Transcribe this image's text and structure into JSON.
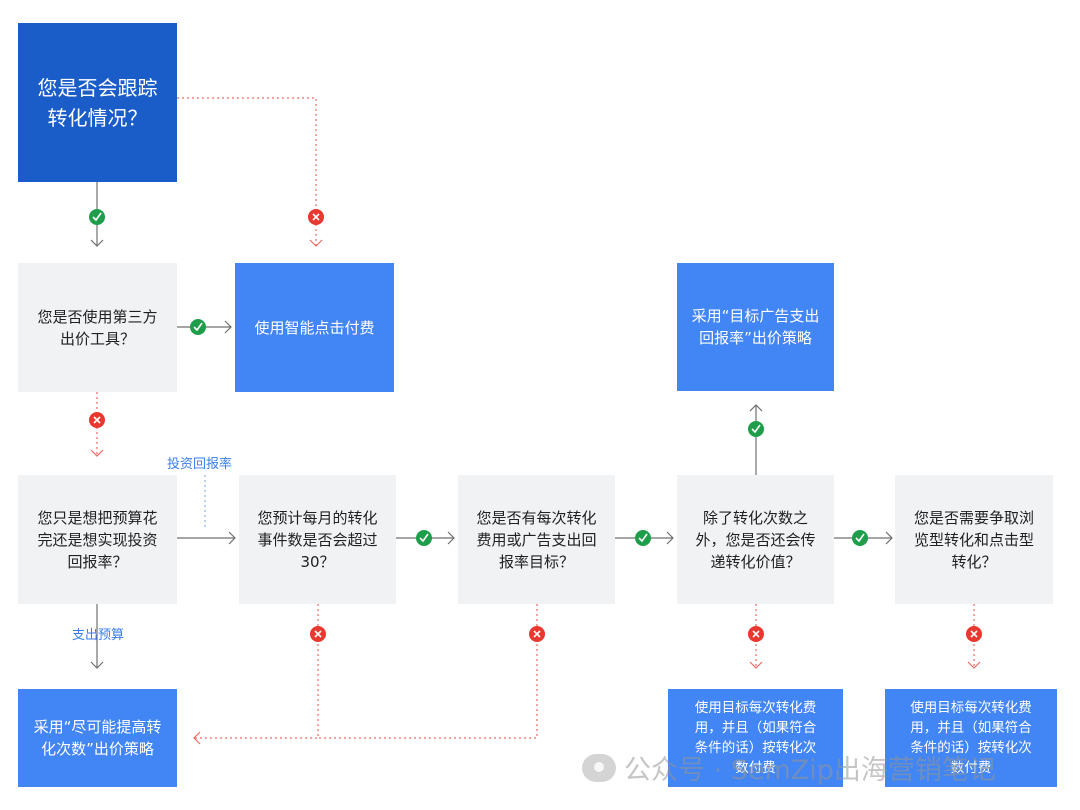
{
  "nodes": {
    "track": "您是否会跟踪\n转化情况？",
    "third_party": "您是否使用第三方\n出价工具？",
    "smart_click": "使用智能点击付费",
    "budget_or_roi": "您只是想把预算花\n完还是想实现投资\n回报率？",
    "monthly_30": "您预计每月的转化\n事件数是否会超过\n30？",
    "cpa_target": "您是否有每次转化\n费用或广告支出回\n报率目标？",
    "pass_value": "除了转化次数之\n外，您是否还会传\n递转化价值？",
    "view_click": "您是否需要争取浏\n览型转化和点击型\n转化？",
    "target_roas": "采用“目标广告支出\n回报率”出价策略",
    "max_conv": "采用“尽可能提高转\n化次数”出价策略",
    "tcpa_1": "使用目标每次转化费\n用，并且（如果符合\n条件的话）按转化次\n数付费",
    "tcpa_2": "使用目标每次转化费\n用，并且（如果符合\n条件的话）按转化次\n数付费"
  },
  "labels": {
    "roi": "投资回报率",
    "spend_budget": "支出预算"
  },
  "watermark": "公众号 · SemZip出海营销笔记",
  "colors": {
    "dark_blue": "#1a5cc8",
    "blue": "#4285f4",
    "gray": "#f1f2f3",
    "yes_green": "#1e9e4a",
    "no_red": "#e8382f",
    "label_blue": "#3a7ee8"
  }
}
